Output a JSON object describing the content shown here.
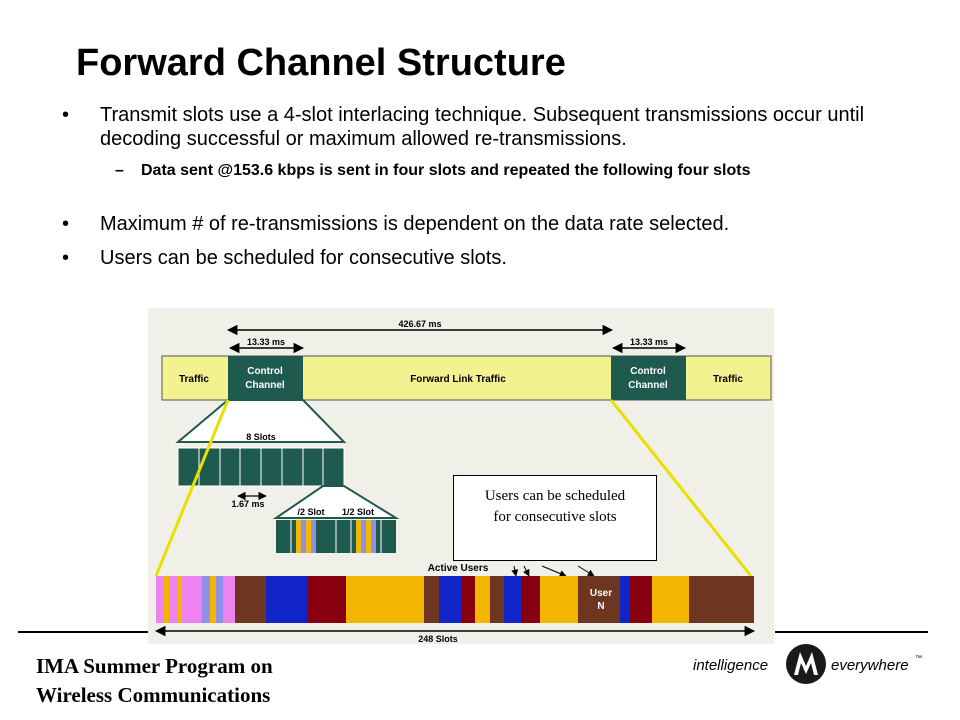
{
  "title": "Forward Channel Structure",
  "bullets": {
    "b1": "Transmit slots use a 4-slot interlacing technique. Subsequent transmissions occur until decoding successful or maximum allowed re-transmissions.",
    "sub1": "Data sent @153.6 kbps is sent in four slots and repeated the following four slots",
    "b2": "Maximum # of re-transmissions is dependent on the data rate selected.",
    "b3": "Users can be scheduled for consecutive slots.",
    "bullet_glyph": "•",
    "dash_glyph": "–"
  },
  "diagram": {
    "span_total": "426.67 ms",
    "span_control_left": "13.33  ms",
    "span_control_right": "13.33  ms",
    "seg_traffic_left": "Traffic",
    "seg_control_left_1": "Control",
    "seg_control_left_2": "Channel",
    "seg_forward": "Forward Link Traffic",
    "seg_control_right_1": "Control",
    "seg_control_right_2": "Channel",
    "seg_traffic_right": "Traffic",
    "eight_slots": "8 Slots",
    "slot_time": "1.67 ms",
    "half_slot_a": "/2 Slot",
    "half_slot_b": "1/2 Slot",
    "active_users": "Active Users",
    "user_n_1": "User",
    "user_n_2": "N",
    "total_slots": "248 Slots"
  },
  "callout": {
    "line1": "Users can be scheduled",
    "line2": "for consecutive slots"
  },
  "footer": {
    "line1": "IMA Summer Program on",
    "line2": "Wireless Communications",
    "logo_text_1": "intelligence",
    "logo_text_2": "everywhere",
    "logo_tm": "™"
  },
  "colors": {
    "traffic_yellow": "#f2f28e",
    "control_green": "#1f5a4e",
    "magenta": "#ee82ee",
    "orange": "#f2b600",
    "blue": "#1024c8",
    "maroon": "#880010",
    "brown": "#6e3620",
    "lavender": "#9090e8"
  }
}
